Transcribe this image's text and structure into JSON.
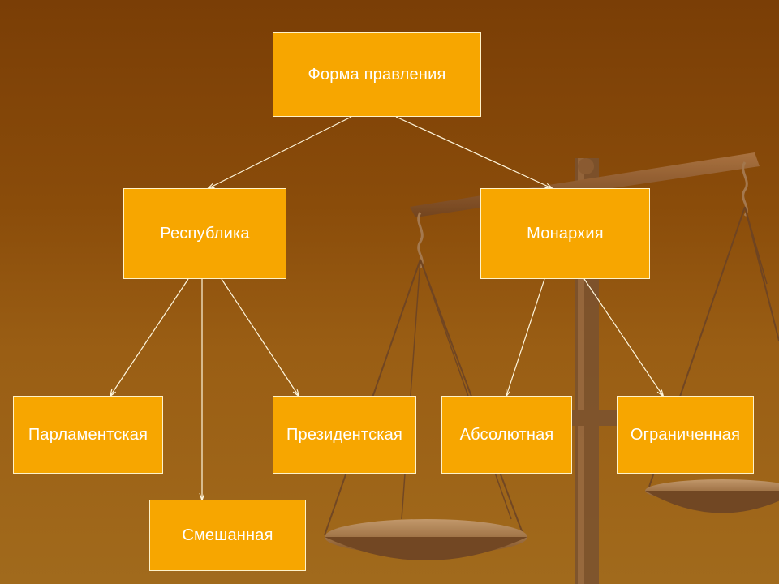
{
  "diagram": {
    "root": {
      "label": "Форма правления"
    },
    "republic": {
      "label": "Республика",
      "children": {
        "parliamentary": "Парламентская",
        "mixed": "Смешанная",
        "presidential": "Президентская"
      }
    },
    "monarchy": {
      "label": "Монархия",
      "children": {
        "absolute": "Абсолютная",
        "limited": "Ограниченная"
      }
    }
  },
  "colors": {
    "background": "#8a4c0a",
    "node_fill": "#f7a600",
    "node_border": "#fff2c8",
    "node_text": "#ffffff",
    "connector": "#fff6dc"
  },
  "background_image": "scales-of-justice"
}
